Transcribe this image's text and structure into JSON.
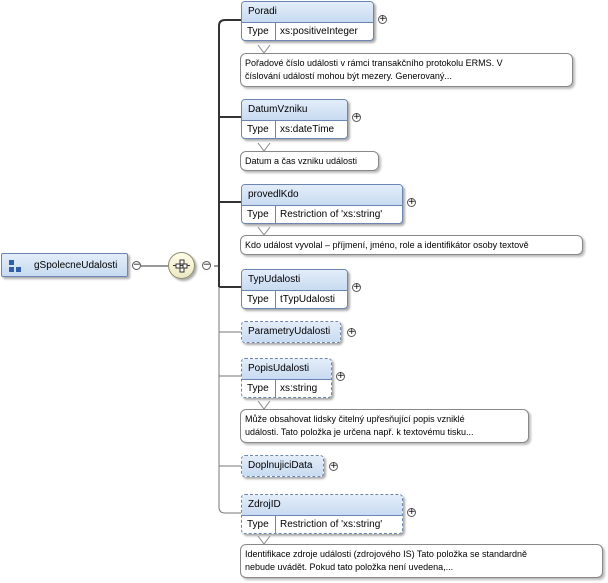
{
  "root": {
    "label": "gSpolecneUdalosti",
    "collapse_symbol": "−"
  },
  "compositor": {
    "type": "sequence",
    "collapse_symbol": "−"
  },
  "elements": [
    {
      "name": "Poradi",
      "type_label": "Type",
      "type": "xs:positiveInteger",
      "expand_symbol": "+",
      "annotation": [
        "Pořadové číslo události v rámci transakčního protokolu ERMS. V",
        "číslování událostí mohou být mezery. Generovaný..."
      ]
    },
    {
      "name": "DatumVzniku",
      "type_label": "Type",
      "type": "xs:dateTime",
      "expand_symbol": "+",
      "annotation": [
        "Datum a čas vzniku události"
      ]
    },
    {
      "name": "provedlKdo",
      "type_label": "Type",
      "type": "Restriction of 'xs:string'",
      "expand_symbol": "+",
      "annotation": [
        "Kdo událost vyvolal – příjmení, jméno, role a identifikátor osoby textově"
      ]
    },
    {
      "name": "TypUdalosti",
      "type_label": "Type",
      "type": "tTypUdalosti",
      "expand_symbol": "+",
      "annotation": []
    },
    {
      "name": "ParametryUdalosti",
      "expand_symbol": "+",
      "annotation": []
    },
    {
      "name": "PopisUdalosti",
      "type_label": "Type",
      "type": "xs:string",
      "expand_symbol": "+",
      "annotation": [
        "Může obsahovat lidsky čitelný upřesňující popis vzniklé",
        "události. Tato položka je určena např. k textovému tisku..."
      ]
    },
    {
      "name": "DoplnujiciData",
      "expand_symbol": "+",
      "annotation": []
    },
    {
      "name": "ZdrojID",
      "type_label": "Type",
      "type": "Restriction of 'xs:string'",
      "expand_symbol": "+",
      "annotation": [
        "Identifikace zdroje události (zdrojového IS) Tato položka se standardně",
        "nebude uvádět. Pokud tato položka není uvedena,..."
      ]
    }
  ]
}
